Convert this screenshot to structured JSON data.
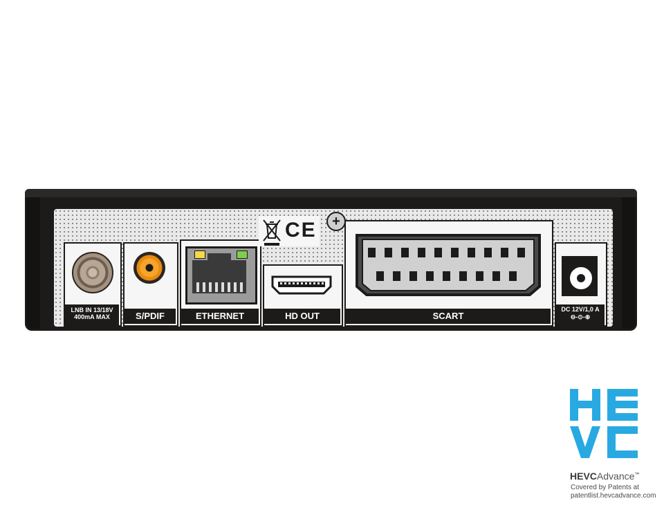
{
  "ports": {
    "lnb_line1": "LNB IN 13/18V",
    "lnb_line2": "400mA MAX",
    "spdif": "S/PDIF",
    "ethernet": "ETHERNET",
    "hdmi": "HD OUT",
    "scart": "SCART",
    "dc_line1": "DC 12V/1,0 A",
    "dc_line2": "⊖-⊙-⊕"
  },
  "markings": {
    "ce": "CE"
  },
  "logo": {
    "brand_bold": "HEVC",
    "brand_light": "Advance",
    "trademark": "™",
    "note_line1": "Covered by Patents at",
    "note_line2": "patentlist.hevcadvance.com"
  },
  "colors": {
    "device_body": "#1d1b1a",
    "panel": "#e9e9e9",
    "spdif_orange": "#f7a52a",
    "led_yellow": "#f5d94a",
    "led_green": "#7ed04a",
    "hevc_blue": "#29a9e1"
  }
}
